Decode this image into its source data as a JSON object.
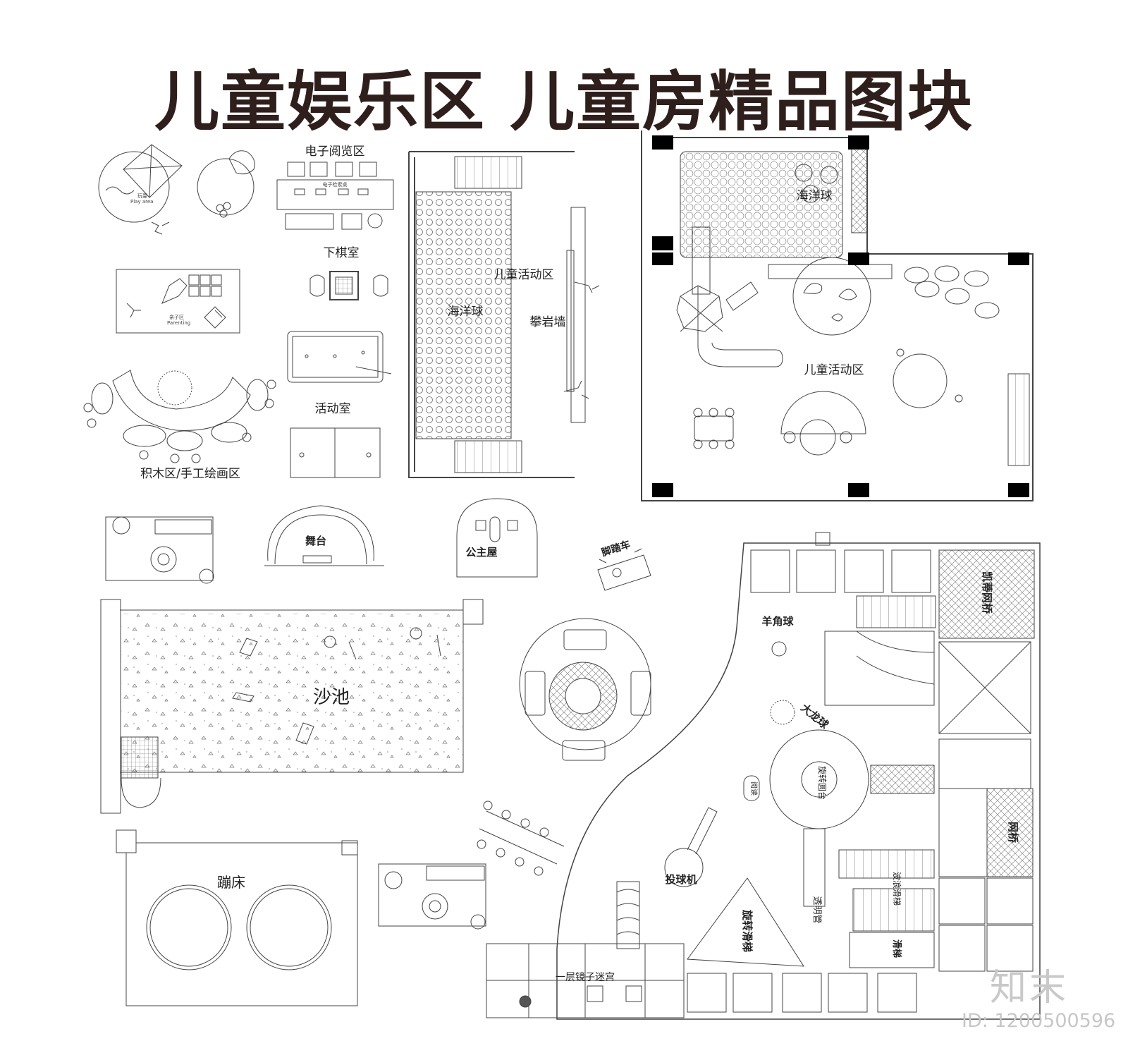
{
  "title": "儿童娱乐区 儿童房精品图块",
  "labels": {
    "ereading": "电子阅览区",
    "ereading_sub": "电子检索桌",
    "chess": "下棋室",
    "activity_room": "活动室",
    "blocks": "积木区/手工绘画区",
    "play_area": "Play area",
    "play_area_cn": "玩耍",
    "parenting": "Parenting",
    "parenting_cn": "亲子区",
    "ocean_ball_1": "海洋球",
    "kids_area_1": "儿童活动区",
    "climbing_wall": "攀岩墙",
    "ocean_ball_2": "海洋球",
    "kids_area_2": "儿童活动区",
    "stage": "舞台",
    "princess": "公主屋",
    "bike": "脚踏车",
    "sandpit": "沙池",
    "trampoline": "蹦床",
    "sheep_ball": "羊角球",
    "dragon_ball": "大龙球",
    "thrower": "投球机",
    "mirror_maze": "一层镜子迷宫",
    "net1": "凯蒂网桥",
    "net2": "网桥",
    "transparent": "透明管",
    "spiral_slide": "旋转滑梯",
    "center": "旋转圆台",
    "wave_slide": "波浪滑梯",
    "slide": "滑梯",
    "reader": "阅读"
  },
  "watermark": {
    "brand": "知末",
    "id": "ID: 1200500596"
  }
}
